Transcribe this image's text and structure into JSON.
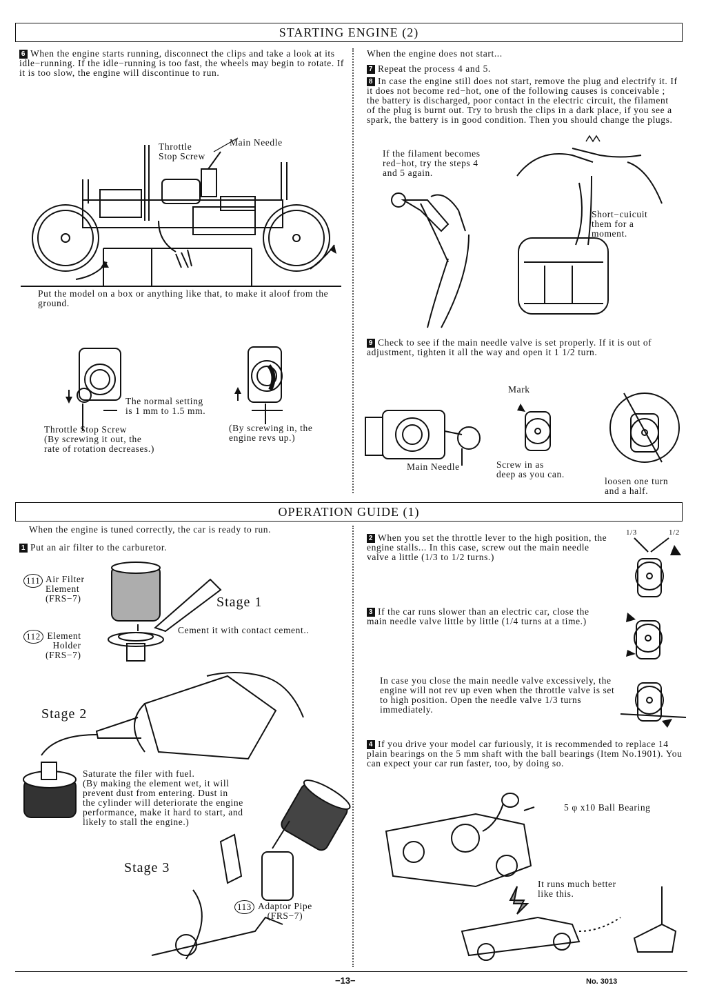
{
  "starting": {
    "title": "STARTING ENGINE (2)",
    "step6": "When the engine starts running, disconnect the clips and take a look at its idle−running. If the idle−running is too fast, the wheels may begin to rotate. If it is too slow, the engine will discontinue to run.",
    "label_throttle_stop": "Throttle\nStop Screw",
    "label_main_needle": "Main Needle",
    "caption_box": "Put the model on a box or anything like that, to make it aloof from the ground.",
    "normal_setting": "The normal setting\nis 1 mm to 1.5 mm.",
    "throttle_stop_note": "Throttle Stop Screw\n(By screwing it out, the\nrate of rotation decreases.)",
    "screw_in_note": "(By screwing in, the\nengine revs up.)",
    "right_intro": "When the engine does not start...",
    "step7": "Repeat the process 4 and 5.",
    "step8": "In case the engine still does not start, remove the plug and electrify it. If it does not become red−hot, one of the following causes is conceivable ; the battery is discharged, poor contact in the electric circuit, the filament of the plug is burnt out. Try to brush the clips in a dark place, if you see a spark, the battery is in good condition. Then you should change the plugs.",
    "filament_note": "If the filament becomes\nred−hot, try the steps 4\nand 5 again.",
    "short_circuit": "Short−cuicuit\nthem for a\nmoment.",
    "step9": "Check to see if the main needle valve is set properly. If it is out of adjustment, tighten it all the way and open it 1 1/2 turn.",
    "label_mark": "Mark",
    "label_main_needle2": "Main Needle",
    "screw_in_deep": "Screw in as\ndeep as you can.",
    "loosen": "loosen one turn\nand a half."
  },
  "operation": {
    "title": "OPERATION GUIDE (1)",
    "intro": "When the engine is tuned correctly, the car is ready to run.",
    "step1": "Put an air filter to the carburetor.",
    "item111_num": "111",
    "item111": "Air Filter\nElement\n(FRS−7)",
    "item112_num": "112",
    "item112": "Element\nHolder\n(FRS−7)",
    "stage1": "Stage 1",
    "cement": "Cement it with contact cement..",
    "stage2": "Stage 2",
    "saturate": "Saturate the filer with fuel.\n(By making the element wet, it will\nprevent dust from entering. Dust in\nthe cylinder will deteriorate the engine\nperformance, make it hard to start, and\nlikely to stall the engine.)",
    "stage3": "Stage 3",
    "item113_num": "113",
    "item113": "Adaptor Pipe\n(FRS−7)",
    "step2": "When you set the throttle lever to the high position, the engine stalls... In this case, screw out the main needle valve a little (1/3 to 1/2 turns.)",
    "frac_left": "1/3",
    "frac_right": "1/2",
    "step3": "If the car runs slower than an electric car, close the main needle valve little by little (1/4 turns at a time.)",
    "excess_note": "In case you close the main needle valve excessively, the engine will not rev up even when the throttle valve is set to high position. Open the needle valve 1/3 turns immediately.",
    "step4": "If you drive your model car furiously, it is recommended to replace 14 plain bearings on the 5 mm shaft with the ball bearings (Item No.1901). You can expect your car run faster, too, by doing so.",
    "ball_bearing": "5 φ x10 Ball Bearing",
    "runs_better": "It runs much better\nlike this."
  },
  "footer": {
    "page": "−13−",
    "model_no": "No. 3013"
  },
  "step_numbers": {
    "s6": "6",
    "s7": "7",
    "s8": "8",
    "s9": "9",
    "s1": "1",
    "s2": "2",
    "s3": "3",
    "s4": "4"
  }
}
